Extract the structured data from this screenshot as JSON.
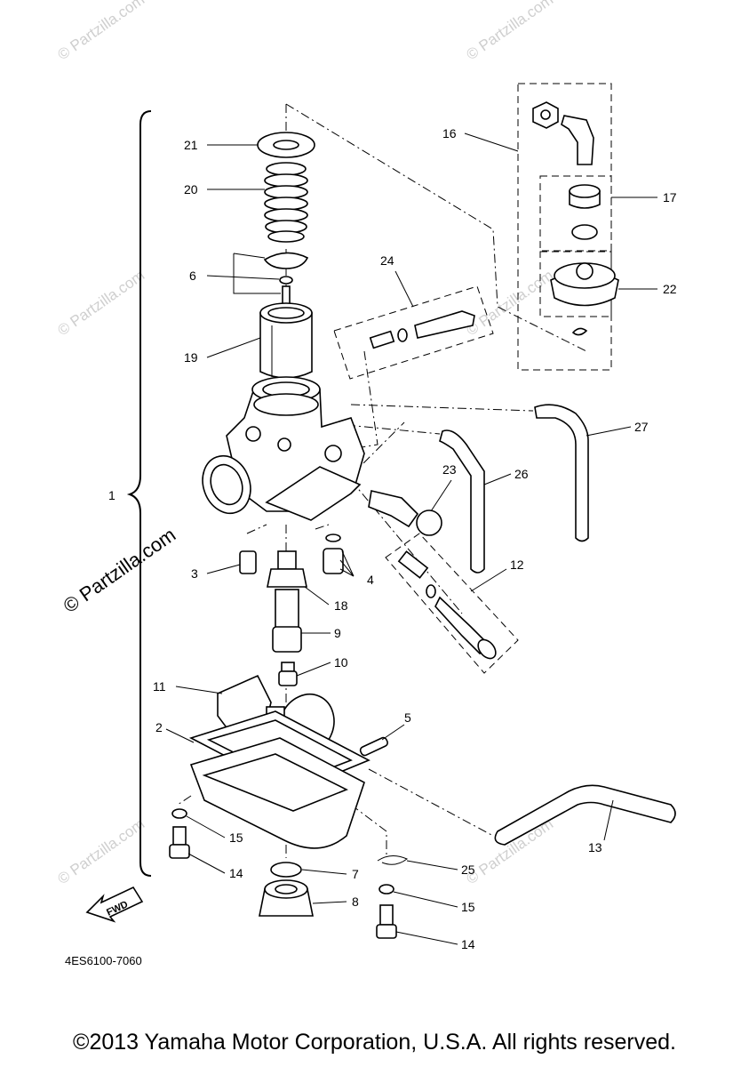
{
  "diagram": {
    "code": "4ES6100-7060",
    "fwd_label": "FWD",
    "copyright": "©2013 Yamaha Motor Corporation, U.S.A. All rights reserved.",
    "watermark": "© Partzilla.com",
    "watermark_small": "© Partzilla.com",
    "callouts": [
      "1",
      "2",
      "3",
      "4",
      "5",
      "6",
      "7",
      "8",
      "9",
      "10",
      "11",
      "12",
      "13",
      "14",
      "14",
      "15",
      "15",
      "16",
      "17",
      "18",
      "19",
      "20",
      "21",
      "22",
      "23",
      "24",
      "25",
      "26",
      "27"
    ]
  }
}
